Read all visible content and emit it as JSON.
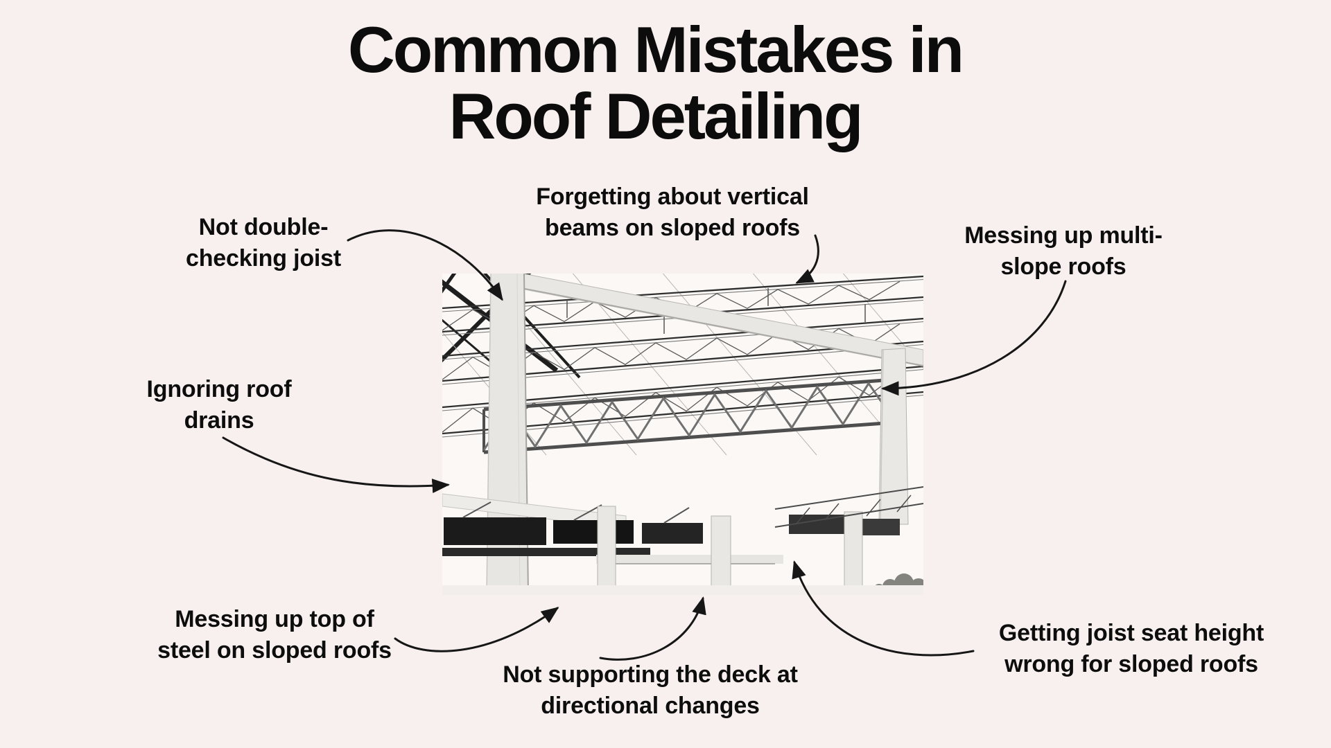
{
  "title": {
    "line1": "Common Mistakes in",
    "line2": "Roof Detailing"
  },
  "labels": [
    {
      "id": "not-double-checking-joist",
      "text": "Not double-checking joist"
    },
    {
      "id": "forgetting-vertical-beams",
      "text": "Forgetting about vertical beams on sloped roofs"
    },
    {
      "id": "multi-slope-roofs",
      "text": "Messing up multi-slope roofs"
    },
    {
      "id": "ignoring-roof-drains",
      "text": "Ignoring roof drains"
    },
    {
      "id": "top-of-steel-sloped-roofs",
      "text": "Messing up top of steel on sloped roofs"
    },
    {
      "id": "deck-directional-changes",
      "text": "Not supporting the deck at directional changes"
    },
    {
      "id": "joist-seat-height",
      "text": "Getting joist seat height wrong for sloped roofs"
    }
  ],
  "photo": {
    "alt": "black-and-white photo of structural steel roof framing with open-web joists, girders and columns"
  },
  "colors": {
    "background": "#f7f0ee",
    "text": "#0d0d0d",
    "arrow": "#161616"
  }
}
